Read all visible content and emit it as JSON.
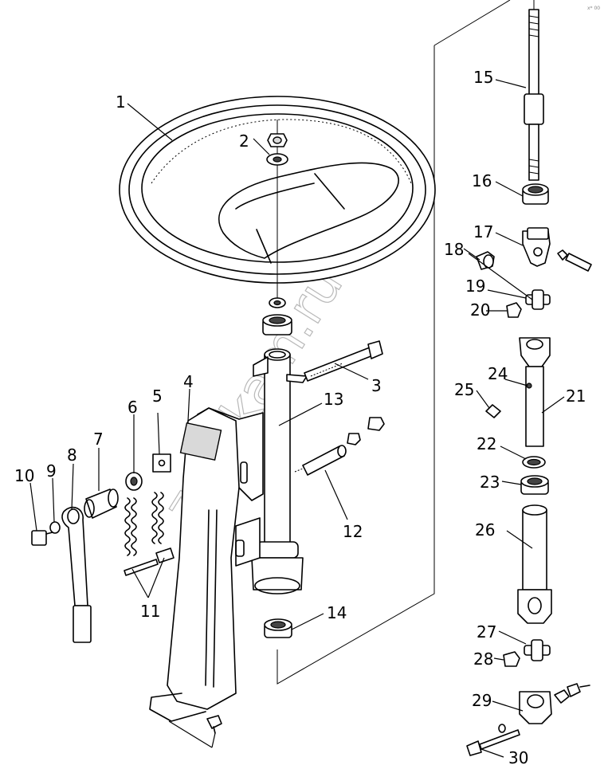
{
  "watermark": "zap-kam.ru",
  "corner_mark": "x* 00",
  "callouts": [
    {
      "id": "1",
      "label": "1"
    },
    {
      "id": "2",
      "label": "2"
    },
    {
      "id": "3",
      "label": "3"
    },
    {
      "id": "4",
      "label": "4"
    },
    {
      "id": "5",
      "label": "5"
    },
    {
      "id": "6",
      "label": "6"
    },
    {
      "id": "7",
      "label": "7"
    },
    {
      "id": "8",
      "label": "8"
    },
    {
      "id": "9",
      "label": "9"
    },
    {
      "id": "10",
      "label": "10"
    },
    {
      "id": "11",
      "label": "11"
    },
    {
      "id": "12",
      "label": "12"
    },
    {
      "id": "13",
      "label": "13"
    },
    {
      "id": "14",
      "label": "14"
    },
    {
      "id": "15",
      "label": "15"
    },
    {
      "id": "16",
      "label": "16"
    },
    {
      "id": "17",
      "label": "17"
    },
    {
      "id": "18",
      "label": "18"
    },
    {
      "id": "19",
      "label": "19"
    },
    {
      "id": "20",
      "label": "20"
    },
    {
      "id": "21",
      "label": "21"
    },
    {
      "id": "22",
      "label": "22"
    },
    {
      "id": "23",
      "label": "23"
    },
    {
      "id": "24",
      "label": "24"
    },
    {
      "id": "25",
      "label": "25"
    },
    {
      "id": "26",
      "label": "26"
    },
    {
      "id": "27",
      "label": "27"
    },
    {
      "id": "28",
      "label": "28"
    },
    {
      "id": "29",
      "label": "29"
    },
    {
      "id": "30",
      "label": "30"
    }
  ]
}
